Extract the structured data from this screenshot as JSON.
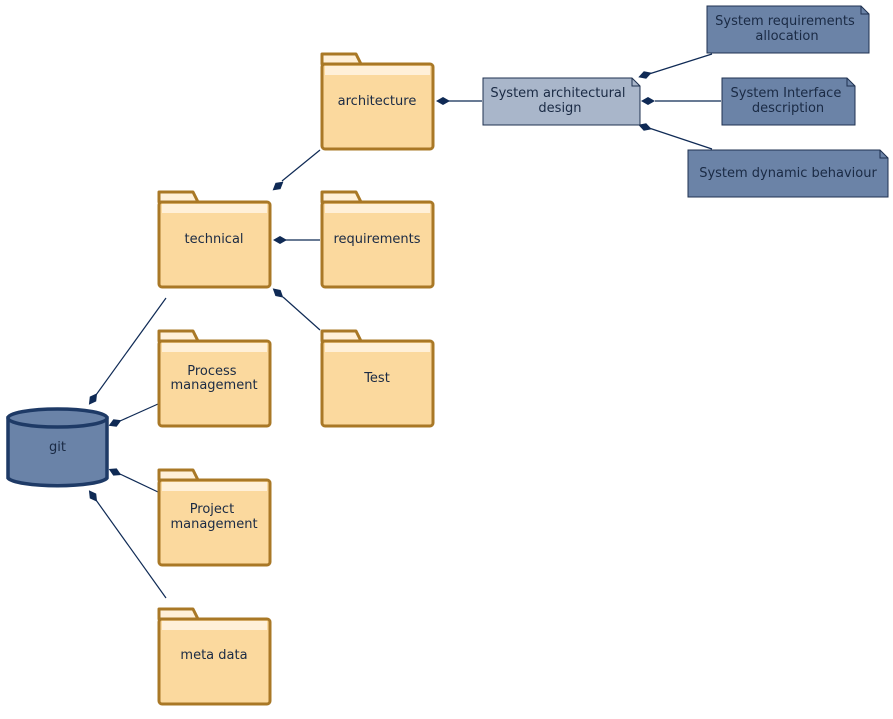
{
  "colors": {
    "folder_fill": "#fbd99e",
    "folder_tab_fill": "#fff0d8",
    "folder_stroke": "#a97826",
    "db_fill": "#6a83a8",
    "db_stroke": "#1e3a66",
    "note_selected_fill": "#a9b6ca",
    "note_fill": "#6b83a7",
    "note_stroke": "#1f3150",
    "connector": "#0f2a55"
  },
  "database": {
    "label": "git"
  },
  "folders": {
    "architecture": "architecture",
    "technical": "technical",
    "requirements": "requirements",
    "test": "Test",
    "process_management": [
      "Process",
      "management"
    ],
    "project_management": [
      "Project",
      "management"
    ],
    "meta_data": "meta data"
  },
  "notes": {
    "system_architectural_design": [
      "System architectural",
      "design"
    ],
    "system_requirements_allocation": [
      "System requirements",
      "allocation"
    ],
    "system_interface_description": [
      "System Interface",
      "description"
    ],
    "system_dynamic_behaviour": [
      "System dynamic behaviour"
    ]
  }
}
